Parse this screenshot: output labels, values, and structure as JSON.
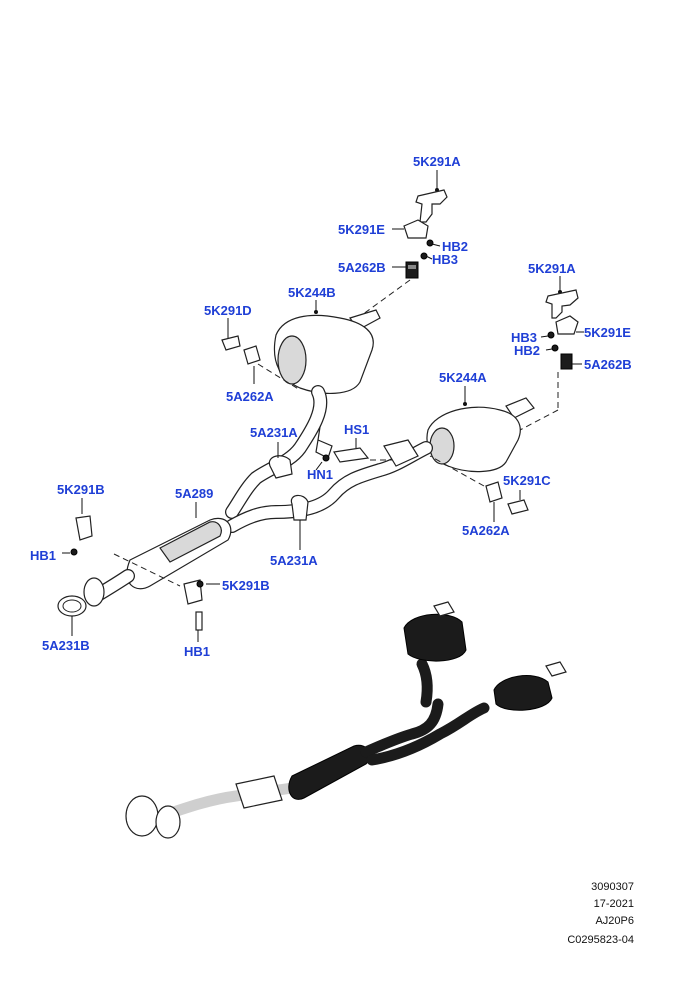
{
  "callouts": {
    "c1": "5K291A",
    "c2": "5K291E",
    "c3": "HB2",
    "c4": "HB3",
    "c5": "5A262B",
    "c6": "5K244B",
    "c7": "5K291D",
    "c8": "5A262A",
    "c9": "5K291A",
    "c10": "HB3",
    "c11": "5K291E",
    "c12": "HB2",
    "c13": "5A262B",
    "c14": "5K244A",
    "c15": "5A231A",
    "c16": "HS1",
    "c17": "HN1",
    "c18": "5K291C",
    "c19": "5K291B",
    "c20": "5A289",
    "c21": "5A262A",
    "c22": "HB1",
    "c23": "5A231A",
    "c24": "5K291B",
    "c25": "5A231B",
    "c26": "HB1"
  },
  "reference": {
    "line1": "3090307",
    "line2": "17-2021",
    "line3": "AJ20P6",
    "line4": "C0295823-04"
  },
  "colors": {
    "callout": "#1f3fd6",
    "line": "#222222",
    "dark_part": "#1b1b1b"
  }
}
